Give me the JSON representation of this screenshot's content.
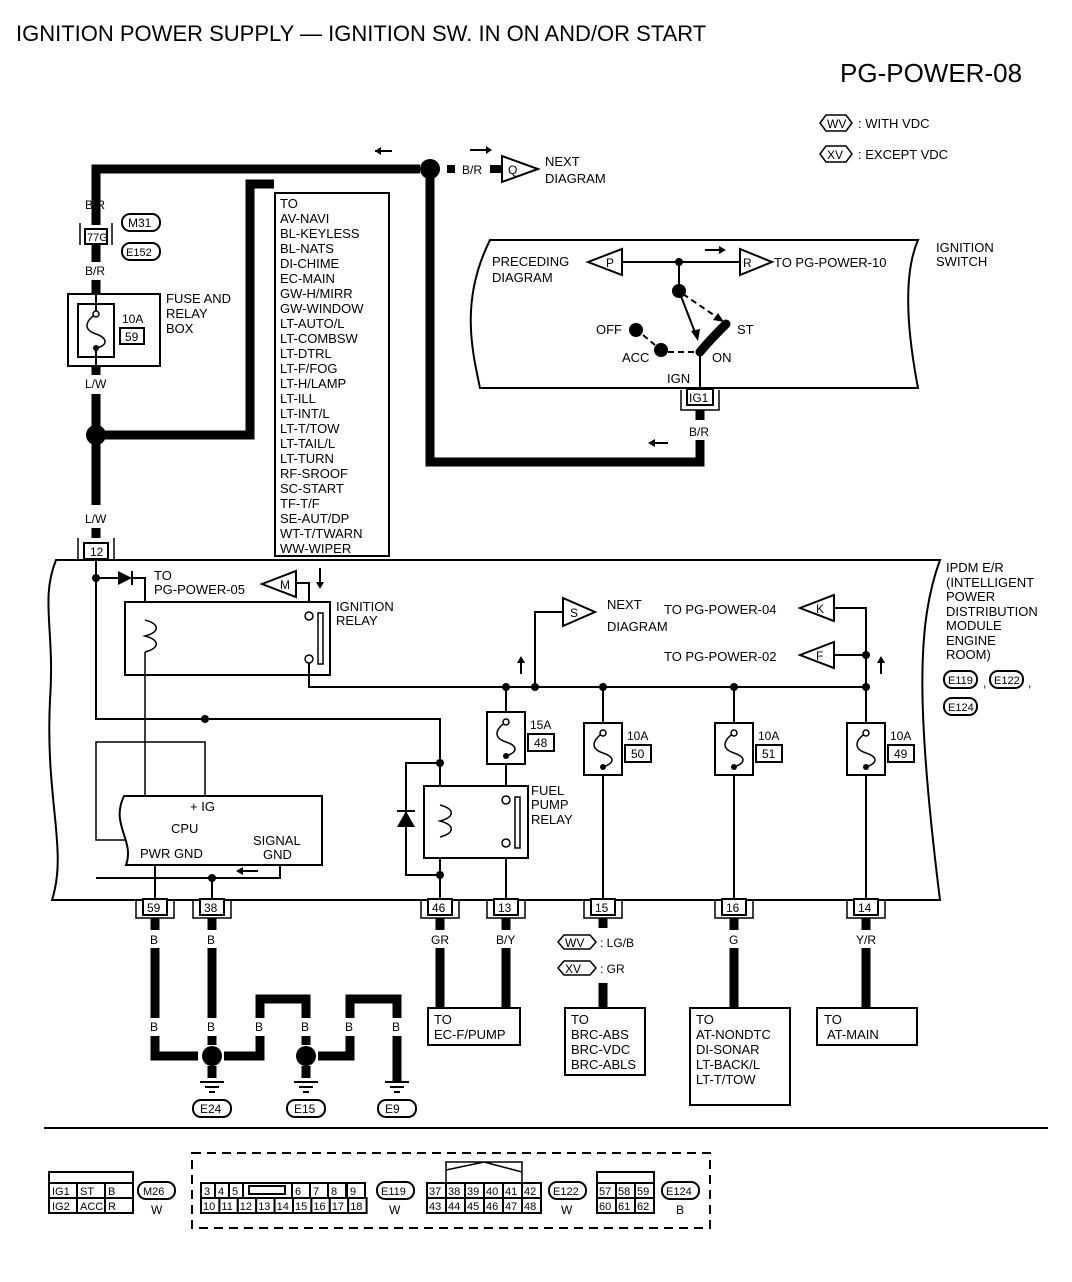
{
  "header": {
    "title": "IGNITION POWER SUPPLY — IGNITION SW. IN ON AND/OR START",
    "page_code": "PG-POWER-08"
  },
  "legend": [
    {
      "symbol": "WV",
      "label": ": WITH VDC"
    },
    {
      "symbol": "XV",
      "label": ": EXCEPT VDC"
    }
  ],
  "top_left": {
    "wire_br_1": "B/R",
    "wire_br_2": "B/R",
    "connector_77g": "77G",
    "conn_m31": "M31",
    "conn_e152": "E152",
    "fuse_box_label": [
      "FUSE AND",
      "RELAY",
      "BOX"
    ],
    "fuse_rating": "10A",
    "fuse_number": "59",
    "wire_lw_1": "L/W",
    "wire_lw_2": "L/W",
    "ipdm_pin_12": "12"
  },
  "to_list": {
    "title": "TO",
    "items": [
      "AV-NAVI",
      "BL-KEYLESS",
      "BL-NATS",
      "DI-CHIME",
      "EC-MAIN",
      "GW-H/MIRR",
      "GW-WINDOW",
      "LT-AUTO/L",
      "LT-COMBSW",
      "LT-DTRL",
      "LT-F/FOG",
      "LT-H/LAMP",
      "LT-ILL",
      "LT-INT/L",
      "LT-T/TOW",
      "LT-TAIL/L",
      "LT-TURN",
      "RF-SROOF",
      "SC-START",
      "TF-T/F",
      "SE-AUT/DP",
      "WT-T/TWARN",
      "WW-WIPER"
    ]
  },
  "next_q": {
    "wire": "B/R",
    "marker": "Q",
    "label": [
      "NEXT",
      "DIAGRAM"
    ]
  },
  "ignition_switch": {
    "title": [
      "IGNITION",
      "SWITCH"
    ],
    "preceding": [
      "PRECEDING",
      "DIAGRAM"
    ],
    "marker_p": "P",
    "marker_r": "R",
    "to_r": "TO PG-POWER-10",
    "pos_off": "OFF",
    "pos_acc": "ACC",
    "pos_on": "ON",
    "pos_st": "ST",
    "ign": "IGN",
    "pin": "IG1",
    "wire": "B/R"
  },
  "ipdm": {
    "title": [
      "IPDM E/R",
      "(INTELLIGENT",
      "POWER",
      "DISTRIBUTION",
      "MODULE",
      "ENGINE",
      "ROOM)"
    ],
    "connectors": [
      "E119",
      "E122",
      "E124"
    ],
    "to_m": [
      "TO",
      "PG-POWER-05"
    ],
    "marker_m": "M",
    "ignition_relay": [
      "IGNITION",
      "RELAY"
    ],
    "marker_s": "S",
    "next_s": [
      "NEXT",
      "DIAGRAM"
    ],
    "marker_k": "K",
    "to_k": "TO PG-POWER-04",
    "marker_f": "F",
    "to_f": "TO PG-POWER-02",
    "fuses": [
      {
        "rating": "15A",
        "number": "48"
      },
      {
        "rating": "10A",
        "number": "50"
      },
      {
        "rating": "10A",
        "number": "51"
      },
      {
        "rating": "10A",
        "number": "49"
      }
    ],
    "fuel_pump_relay": [
      "FUEL",
      "PUMP",
      "RELAY"
    ],
    "cpu": {
      "ig": "+ IG",
      "cpu": "CPU",
      "pwr_gnd": "PWR GND",
      "signal_gnd": [
        "SIGNAL",
        "GND"
      ]
    }
  },
  "pins": [
    {
      "pin": "59",
      "wire": "B"
    },
    {
      "pin": "38",
      "wire": "B"
    },
    {
      "pin": "46",
      "wire": "GR"
    },
    {
      "pin": "13",
      "wire": "B/Y"
    },
    {
      "pin": "15",
      "wire_wv": ": LG/B",
      "wire_xv": ": GR"
    },
    {
      "pin": "16",
      "wire": "G"
    },
    {
      "pin": "14",
      "wire": "Y/R"
    }
  ],
  "grounds": {
    "wires": [
      "B",
      "B",
      "B",
      "B",
      "B",
      "B"
    ],
    "points": [
      "E24",
      "E15",
      "E9"
    ]
  },
  "destinations": {
    "fpump": [
      "TO",
      "EC-F/PUMP"
    ],
    "brc": [
      "TO",
      "BRC-ABS",
      "BRC-VDC",
      "BRC-ABLS"
    ],
    "at": [
      "TO",
      "AT-NONDTC",
      "DI-SONAR",
      "LT-BACK/L",
      "LT-T/TOW"
    ],
    "atmain": [
      "TO",
      "AT-MAIN"
    ]
  },
  "connector_views": {
    "m26": {
      "cells": [
        "IG1",
        "ST",
        "B",
        "IG2",
        "ACC",
        "R"
      ],
      "id": "M26",
      "color": "W"
    },
    "e119": {
      "row1": [
        "3",
        "4",
        "5",
        "",
        "6",
        "7",
        "8",
        "9"
      ],
      "row2": [
        "10",
        "11",
        "12",
        "13",
        "14",
        "15",
        "16",
        "17",
        "18"
      ],
      "id": "E119",
      "color": "W"
    },
    "e122": {
      "row1": [
        "37",
        "38",
        "39",
        "40",
        "41",
        "42"
      ],
      "row2": [
        "43",
        "44",
        "45",
        "46",
        "47",
        "48"
      ],
      "id": "E122",
      "color": "W"
    },
    "e124": {
      "row1": [
        "57",
        "58",
        "59"
      ],
      "row2": [
        "60",
        "61",
        "62"
      ],
      "id": "E124",
      "color": "B"
    }
  }
}
